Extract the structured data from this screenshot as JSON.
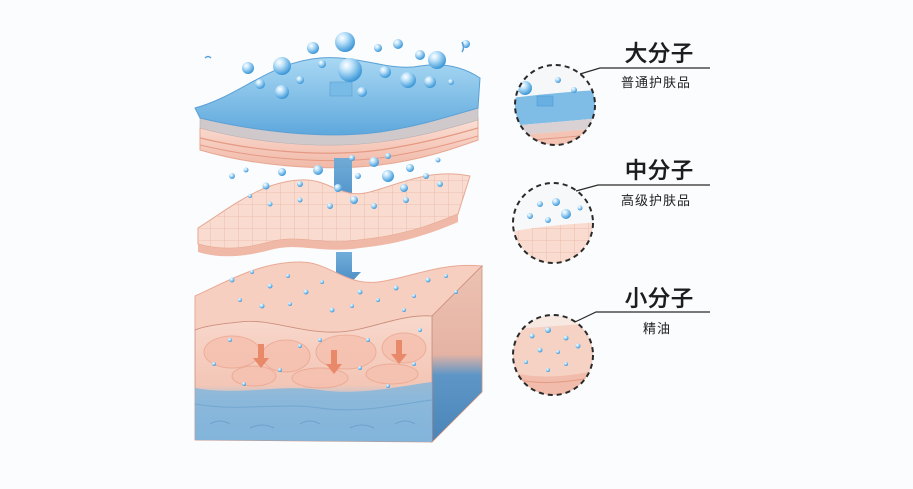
{
  "labels": [
    {
      "title": "大分子",
      "subtitle": "普通护肤品"
    },
    {
      "title": "中分子",
      "subtitle": "高级护肤品"
    },
    {
      "title": "小分子",
      "subtitle": "精油"
    }
  ],
  "colors": {
    "water_blue": "#7fc0e6",
    "bubble_blue": "#58aee3",
    "skin_pink": "#f4c9bd",
    "dermis_blue": "#7db3d8",
    "arrow_blue": "#4a90c9",
    "arrow_orange": "#e88a6a"
  },
  "icons": [
    "water-molecule-icon",
    "down-arrow-icon",
    "magnifier-circle-icon"
  ]
}
